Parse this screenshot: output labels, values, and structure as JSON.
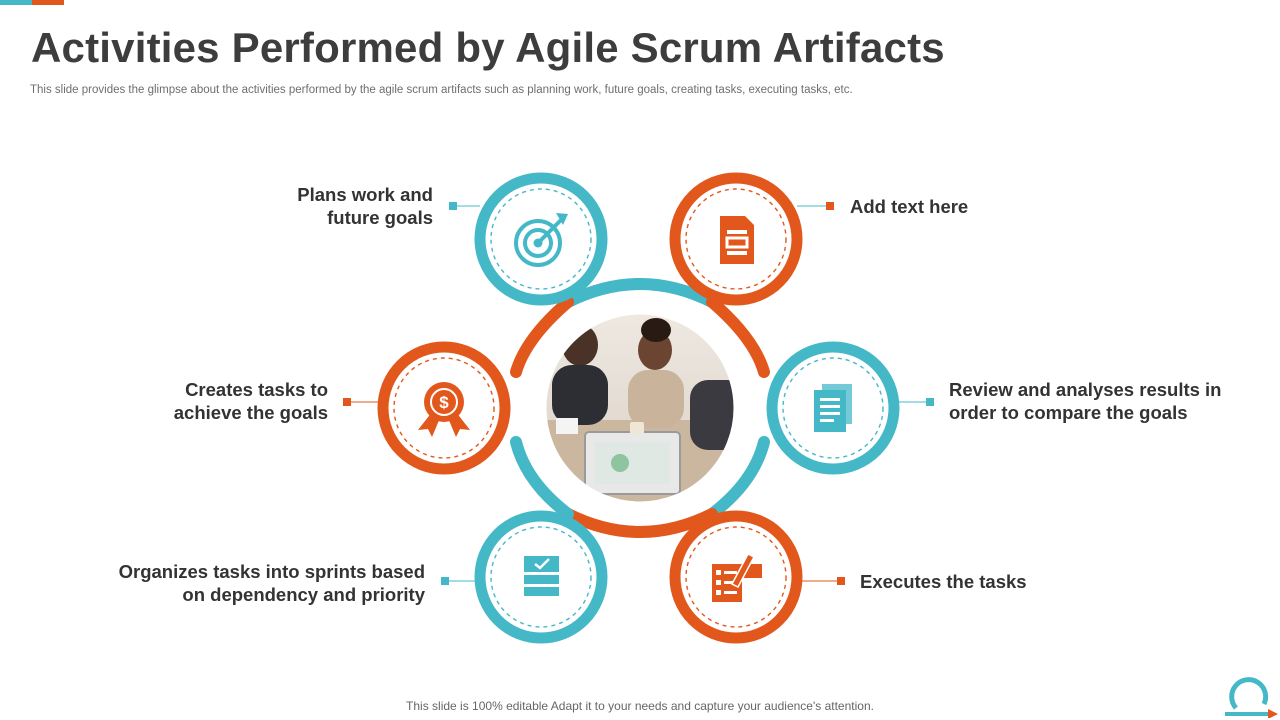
{
  "colors": {
    "teal": "#45b8c8",
    "orange": "#e2581c",
    "title": "#3d3d3d",
    "text": "#333333"
  },
  "header": {
    "title": "Activities Performed by Agile Scrum Artifacts",
    "subtitle": "This slide provides the glimpse about the activities performed by the agile scrum artifacts such as planning work, future goals, creating tasks, executing tasks, etc."
  },
  "center_image": {
    "description_icon": "team-meeting-photo"
  },
  "nodes": [
    {
      "id": "top-left",
      "color": "teal",
      "icon": "target-icon",
      "label": "Plans work and\nfuture goals"
    },
    {
      "id": "top-right",
      "color": "orange",
      "icon": "document-icon",
      "label": "Add text here"
    },
    {
      "id": "mid-left",
      "color": "orange",
      "icon": "dollar-badge-icon",
      "label": "Creates tasks to\nachieve the goals"
    },
    {
      "id": "mid-right",
      "color": "teal",
      "icon": "files-icon",
      "label": "Review and analyses results in\norder to compare the goals"
    },
    {
      "id": "bottom-left",
      "color": "teal",
      "icon": "checklist-stack-icon",
      "label": "Organizes tasks into sprints based\non dependency and priority"
    },
    {
      "id": "bottom-right",
      "color": "orange",
      "icon": "task-edit-icon",
      "label": "Executes the tasks"
    }
  ],
  "footer": {
    "text": "This slide is 100% editable Adapt it to your needs and capture your audience's attention."
  }
}
